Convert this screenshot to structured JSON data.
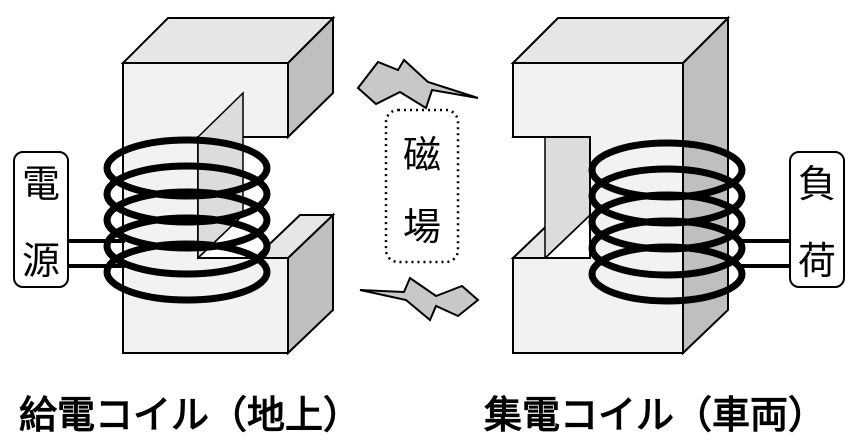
{
  "labels": {
    "power_source": [
      "電",
      "源"
    ],
    "load": [
      "負",
      "荷"
    ],
    "magnetic_field": [
      "磁",
      "場"
    ]
  },
  "captions": {
    "ground_coil": "給電コイル（地上）",
    "vehicle_coil": "集電コイル（車両）"
  },
  "colors": {
    "block_front": "#f2f2f2",
    "block_top": "#e6e6e6",
    "block_side": "#bfbfbf",
    "arrow_fill": "#c8c8c8",
    "stroke": "#000000"
  }
}
